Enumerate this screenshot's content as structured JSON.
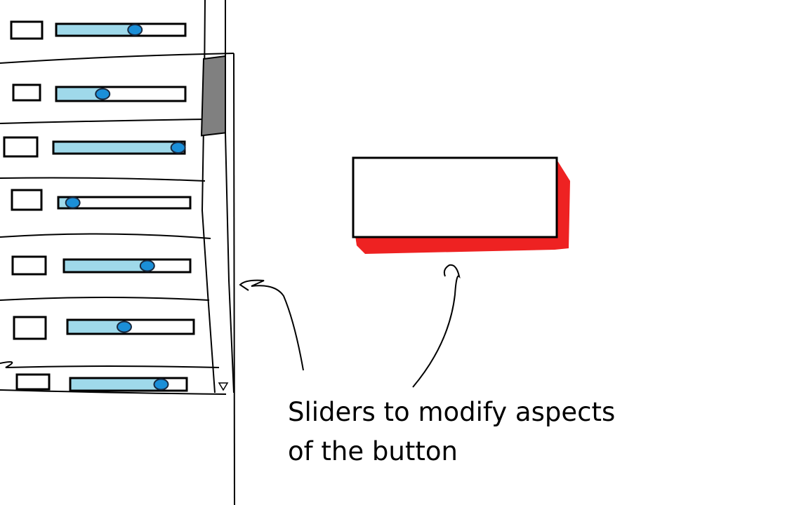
{
  "annotation": {
    "line1": "Sliders to modify aspects",
    "line2": "of the button"
  },
  "sliders": [
    {
      "label": "",
      "value": 0.61
    },
    {
      "label": "",
      "value": 0.36
    },
    {
      "label": "",
      "value": 0.95
    },
    {
      "label": "",
      "value": 0.11
    },
    {
      "label": "",
      "value": 0.66
    },
    {
      "label": "",
      "value": 0.45
    },
    {
      "label": "",
      "value": 0.78
    }
  ],
  "scrollbar": {
    "thumb_position": 0.12,
    "thumb_fraction": 0.21
  },
  "preview_button": {
    "label": "",
    "shadow_color": "#ee2222"
  },
  "colors": {
    "slider_fill": "#9fd9ea",
    "slider_knob": "#1b8fd8",
    "ink": "#000000",
    "scroll_thumb": "#808080",
    "shadow": "#ee2222"
  }
}
